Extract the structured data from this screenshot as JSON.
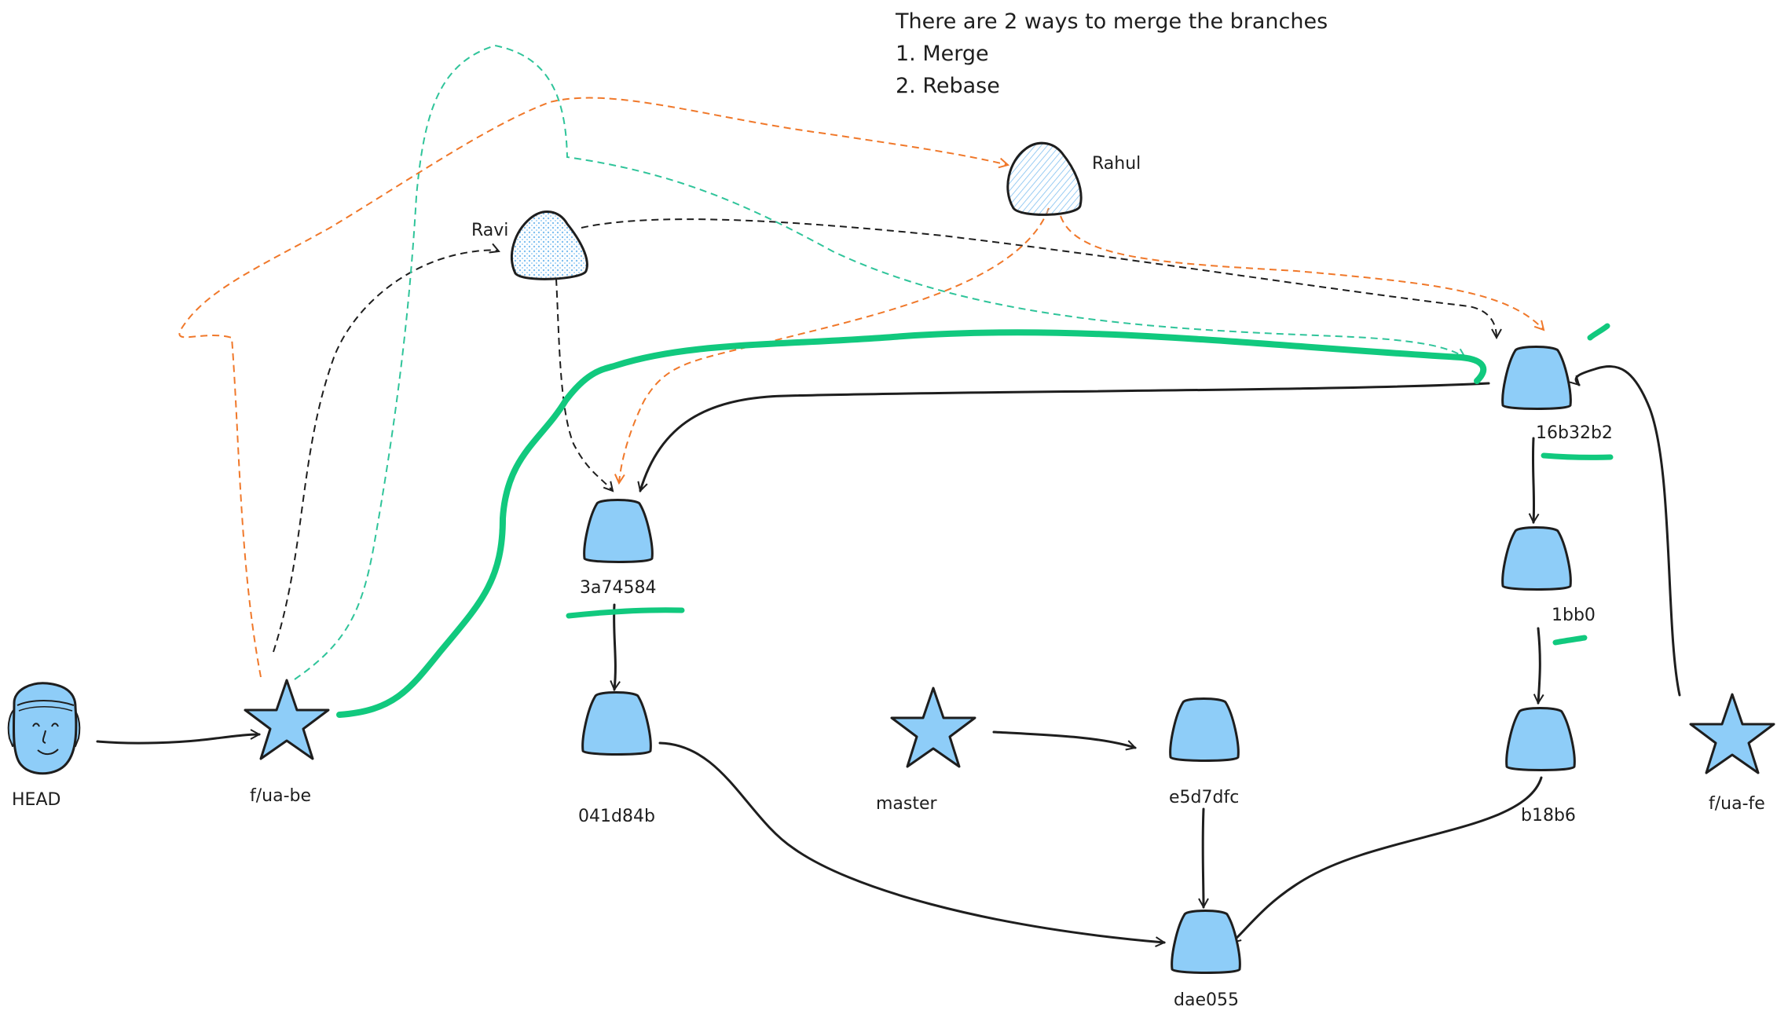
{
  "colors": {
    "node_fill": "#8ecdf8",
    "node_shadow": "#6bb8ef",
    "stroke": "#1e1e1e",
    "dashed_orange": "#f0782a",
    "dashed_teal": "#2fc49a",
    "dashed_black": "#1e1e1e",
    "highlight_green": "#11c97e"
  },
  "note": {
    "line1": "There are 2 ways to merge the branches",
    "line2": "1. Merge",
    "line3": "2. Rebase"
  },
  "people": {
    "rahul": "Rahul",
    "ravi": "Ravi"
  },
  "head": {
    "label": "HEAD",
    "icon": "face-icon"
  },
  "branches": {
    "ua_be": "f/ua-be",
    "master": "master",
    "ua_fe": "f/ua-fe"
  },
  "commits": {
    "c3a74584": "3a74584",
    "c041d84b": "041d84b",
    "ce5d7dfc": "e5d7dfc",
    "cdae055": "dae055",
    "c16b32b2": "16b32b2",
    "c1bb0": "1bb0",
    "cb18b6": "b18b6"
  }
}
